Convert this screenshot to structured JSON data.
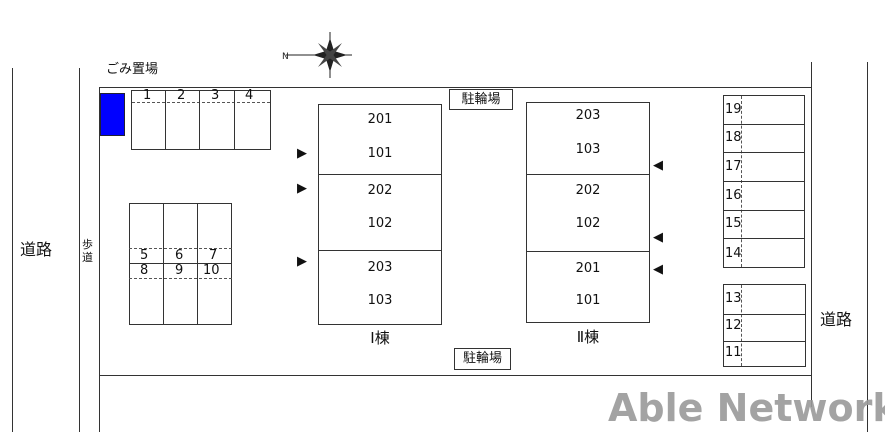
{
  "labels": {
    "garbage": "ごみ置場",
    "road_left": "道路",
    "road_right": "道路",
    "sidewalk": "歩道",
    "bike_top": "駐輪場",
    "bike_bottom": "駐輪場",
    "compass_n": "N"
  },
  "building1": {
    "name": "Ⅰ棟",
    "rooms": [
      "201",
      "101",
      "202",
      "102",
      "203",
      "103"
    ]
  },
  "building2": {
    "name": "Ⅱ棟",
    "rooms": [
      "203",
      "103",
      "202",
      "102",
      "201",
      "101"
    ]
  },
  "parking_top": [
    "1",
    "2",
    "3",
    "4"
  ],
  "parking_mid_upper": [
    "5",
    "6",
    "7"
  ],
  "parking_mid_lower": [
    "8",
    "9",
    "10"
  ],
  "parking_right_a": [
    "19",
    "18",
    "17",
    "16",
    "15",
    "14"
  ],
  "parking_right_b": [
    "13",
    "12",
    "11"
  ],
  "watermark": "Able Network",
  "colors": {
    "garbage_area": "#0000ff"
  }
}
